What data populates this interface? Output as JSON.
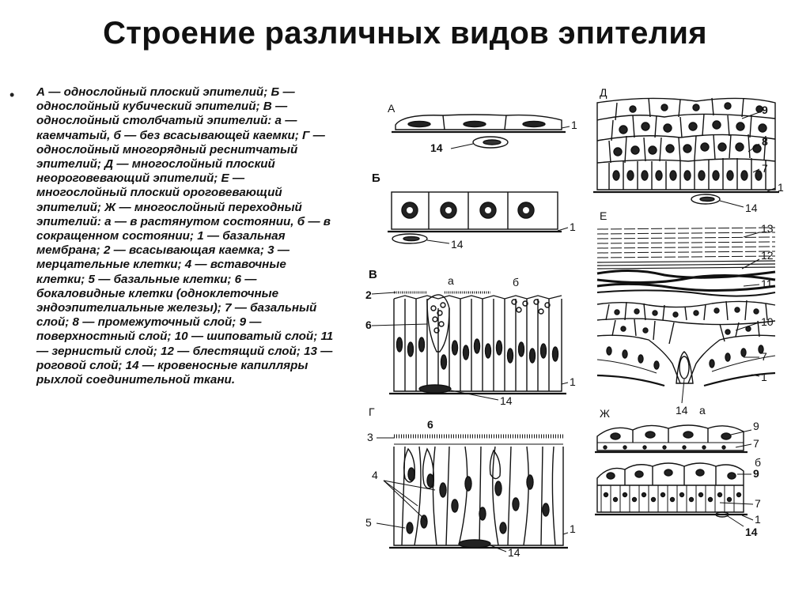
{
  "title": "Строение различных видов эпителия",
  "caption": "А — однослойный плоский эпителий; Б — однослойный кубический эпителий; В — однослойный столбчатый эпителий: а — каемчатый, б — без всасывающей каемки; Г — однослойный многорядный реснитчатый эпителий; Д — многослойный плоский неороговевающий эпителий; Е — многослойный плоский ороговевающий эпителий; Ж — многослойный переходный эпителий: а — в растянутом состоянии, б — в сокращенном состоянии; 1 — базальная мембрана; 2 — всасывающая каемка; 3 — мерцательные клетки; 4 — вставочные клетки; 5 — базальные клетки; 6 — бокаловидные клетки (одноклеточные эндоэпителиальные железы); 7 — базальный слой; 8 — промежуточный слой; 9 — поверхностный слой; 10 — шиповатый слой; 11 — зернистый слой; 12 — блестящий слой; 13 — роговой слой; 14 — кровеносные капилляры рыхлой соединительной ткани.",
  "labels": {
    "A": {
      "letter": "А",
      "n1": "1",
      "n14": "14"
    },
    "B": {
      "letter": "Б",
      "n1": "1",
      "n14": "14"
    },
    "V": {
      "letter": "В",
      "a": "а",
      "b": "б",
      "n2": "2",
      "n6": "6",
      "n1": "1",
      "n14": "14"
    },
    "G": {
      "letter": "Г",
      "n3": "3",
      "n4": "4",
      "n5": "5",
      "n6": "6",
      "n1": "1",
      "n14": "14"
    },
    "D": {
      "letter": "Д",
      "n9": "9",
      "n8": "8",
      "n7": "7",
      "n1": "1",
      "n14": "14"
    },
    "E": {
      "letter": "Е",
      "n13": "13",
      "n12": "12",
      "n11": "11",
      "n10": "10",
      "n7": "7",
      "n1": "1",
      "n14": "14"
    },
    "Zh": {
      "letter": "Ж",
      "a": "а",
      "b": "б",
      "n9a": "9",
      "n7a": "7",
      "n9b": "9",
      "n7b": "7",
      "n1": "1",
      "n14": "14"
    }
  }
}
